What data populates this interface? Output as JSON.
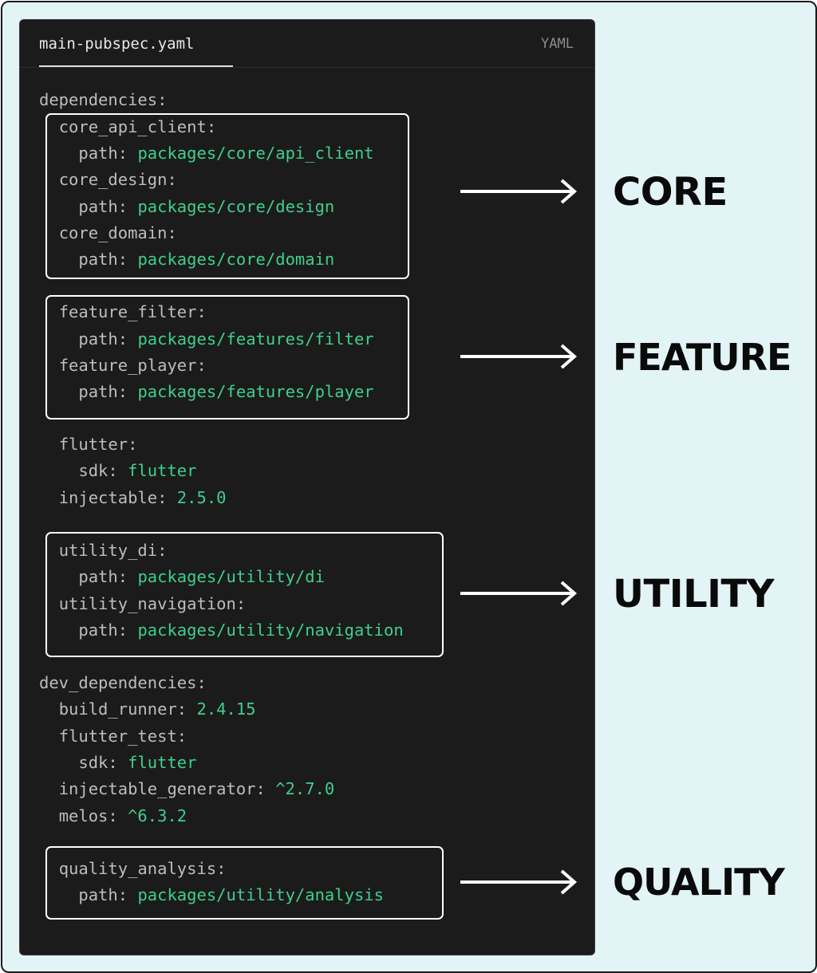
{
  "editor": {
    "filename": "main-pubspec.yaml",
    "language": "YAML"
  },
  "code": {
    "dependencies": "dependencies:",
    "core_api_client": "core_api_client:",
    "core_api_client_path": "packages/core/api_client",
    "core_design": "core_design:",
    "core_design_path": "packages/core/design",
    "core_domain": "core_domain:",
    "core_domain_path": "packages/core/domain",
    "feature_filter": "feature_filter:",
    "feature_filter_path": "packages/features/filter",
    "feature_player": "feature_player:",
    "feature_player_path": "packages/features/player",
    "flutter": "flutter:",
    "flutter_sdk": "flutter",
    "injectable": "injectable:",
    "injectable_version": "2.5.0",
    "utility_di": "utility_di:",
    "utility_di_path": "packages/utility/di",
    "utility_navigation": "utility_navigation:",
    "utility_navigation_path": "packages/utility/navigation",
    "dev_dependencies": "dev_dependencies:",
    "build_runner": "build_runner:",
    "build_runner_version": "2.4.15",
    "flutter_test": "flutter_test:",
    "flutter_test_sdk": "flutter",
    "injectable_generator": "injectable_generator:",
    "injectable_generator_version": "^2.7.0",
    "melos": "melos:",
    "melos_version": "^6.3.2",
    "quality_analysis": "quality_analysis:",
    "quality_analysis_path": "packages/utility/analysis",
    "path_key": "path:",
    "sdk_key": "sdk:"
  },
  "layers": {
    "core": "CORE",
    "feature": "FEATURE",
    "utility": "UTILITY",
    "quality": "QUALITY"
  },
  "colors": {
    "background": "#e3f4f7",
    "editor": "#1b1b1b",
    "key": "#bdbdbd",
    "value": "#3fcf8e",
    "label": "#0a0a0a"
  }
}
